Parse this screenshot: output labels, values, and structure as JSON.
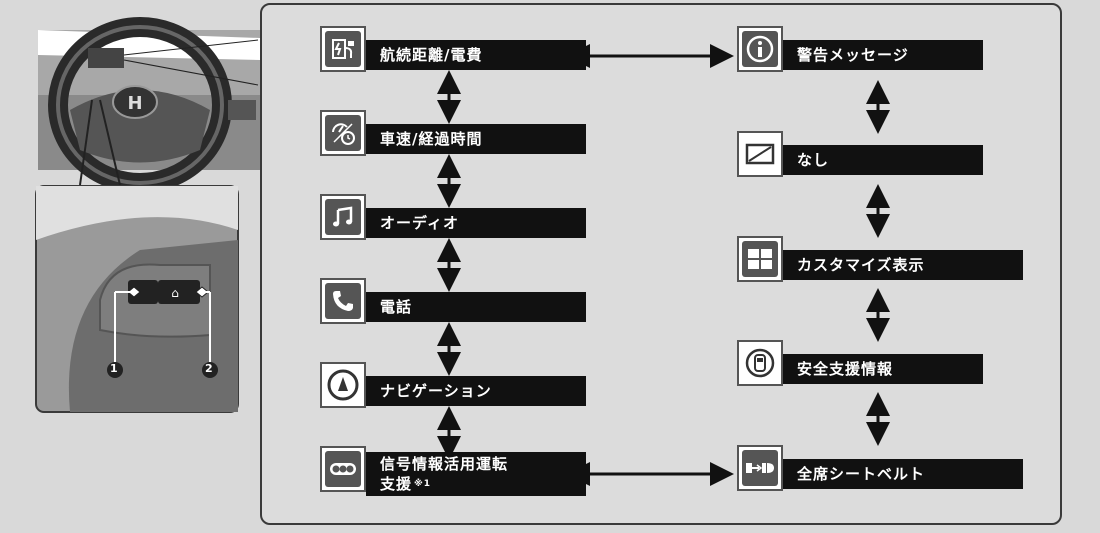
{
  "left_items": [
    {
      "label": "航続距離/電費",
      "icon": "ev-charge-icon"
    },
    {
      "label": "車速/経過時間",
      "icon": "speed-timer-icon"
    },
    {
      "label": "オーディオ",
      "icon": "music-note-icon"
    },
    {
      "label": "電話",
      "icon": "phone-icon"
    },
    {
      "label": "ナビゲーション",
      "icon": "navigation-icon"
    },
    {
      "label_line1": "信号情報活用運転",
      "label_line2": "支援",
      "note": "※1",
      "icon": "traffic-signal-icon"
    }
  ],
  "right_items": [
    {
      "label": "警告メッセージ",
      "icon": "info-icon"
    },
    {
      "label": "なし",
      "icon": "blank-screen-icon"
    },
    {
      "label": "カスタマイズ表示",
      "icon": "customize-layout-icon"
    },
    {
      "label": "安全支援情報",
      "icon": "safety-support-icon"
    },
    {
      "label": "全席シートベルト",
      "icon": "seatbelt-icon"
    }
  ],
  "callouts": [
    "1",
    "2"
  ],
  "colors": {
    "label_bg": "#111111",
    "icon_bg": "#555555",
    "panel_bg": "#dcdcdc",
    "page_bg": "#d9d9d9"
  }
}
